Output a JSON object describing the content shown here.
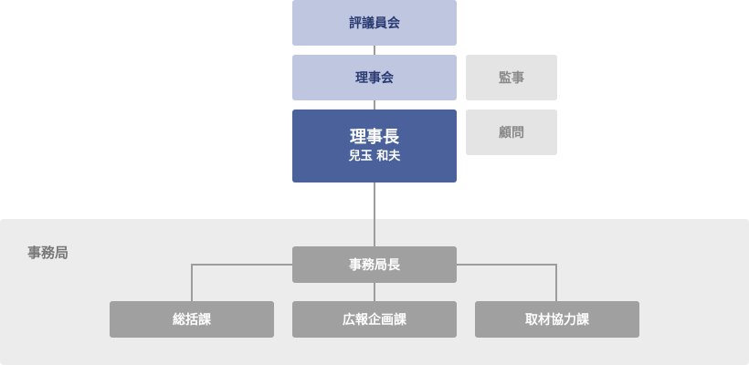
{
  "org_chart": {
    "board_of_councilors": "評議員会",
    "board_of_directors": "理事会",
    "auditor": "監事",
    "advisor": "顧問",
    "chairman": {
      "title": "理事長",
      "name": "兒玉 和夫"
    },
    "secretariat": {
      "label": "事務局",
      "head": "事務局長",
      "divisions": [
        "総括課",
        "広報企画課",
        "取材協力課"
      ]
    }
  },
  "colors": {
    "council_fill": "#bfc6df",
    "council_text": "#2a3a73",
    "chair_fill": "#4a619b",
    "advisory_fill": "#e4e4e4",
    "office_fill": "#a0a0a0",
    "office_area": "#ececec"
  }
}
